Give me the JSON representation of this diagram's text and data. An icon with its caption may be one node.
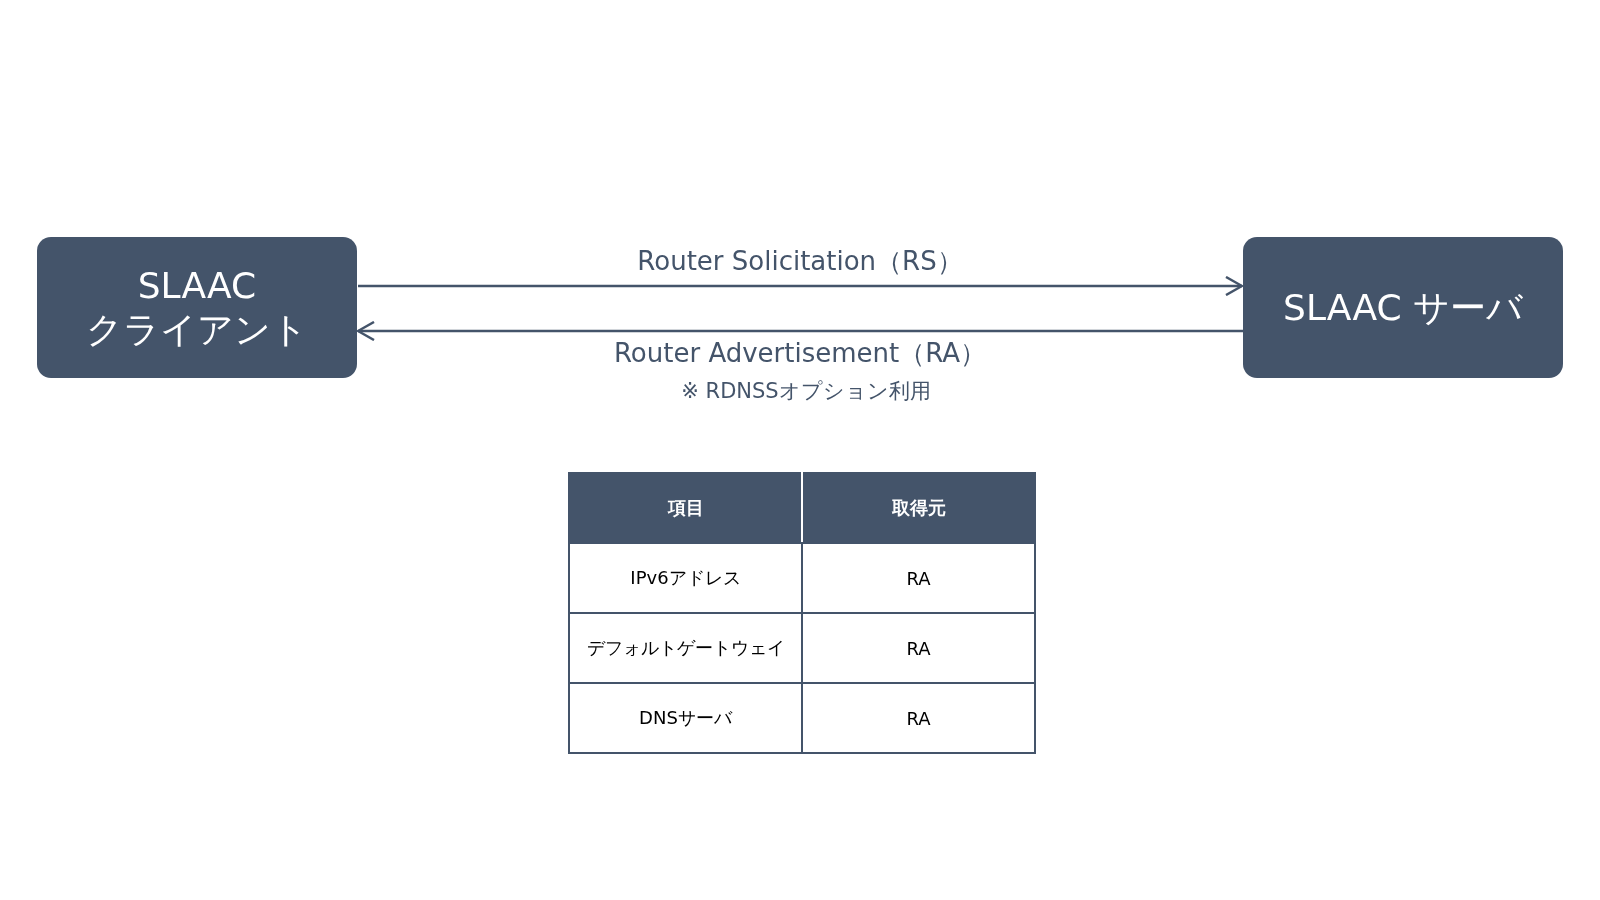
{
  "diagram": {
    "nodes": [
      {
        "text": [
          "SLAAC クライアント"
        ]
      },
      {
        "text": [
          "SLAAC サーバ"
        ]
      }
    ],
    "edges": [
      {
        "from": 0,
        "to": 1,
        "arrow": "to",
        "label": "Router Solicitation（RS）"
      },
      {
        "from": 1,
        "to": 0,
        "arrow": "to",
        "label": "Router Advertisement（RA）"
      }
    ],
    "labels": [
      "※ RDNSSオプション利用",
      "項目",
      "取得元",
      "IPv6アドレス",
      "RA",
      "デフォルトゲートウェイ",
      "RA",
      "DNSサーバ",
      "RA"
    ]
  }
}
